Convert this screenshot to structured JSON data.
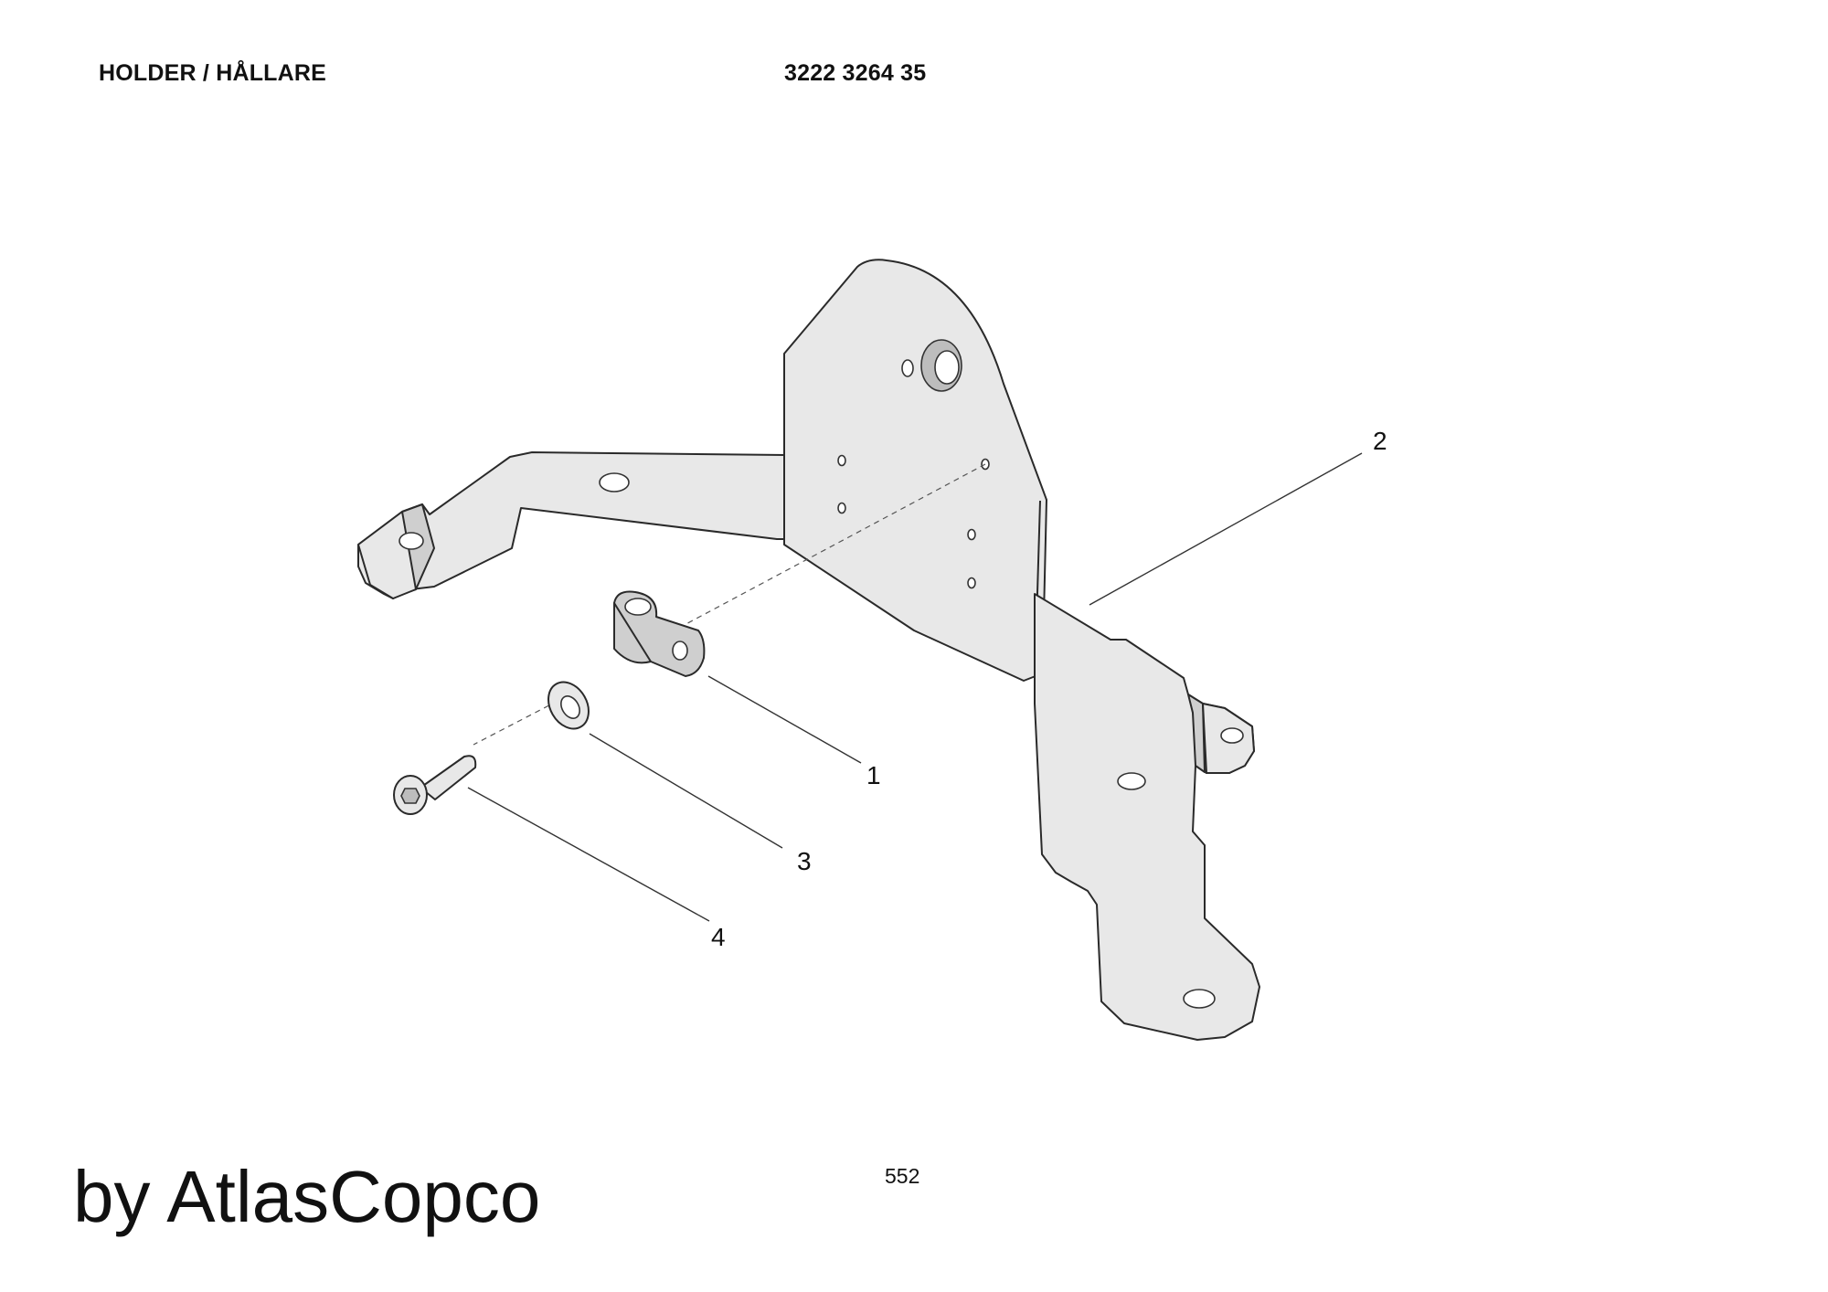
{
  "header": {
    "title": "HOLDER / HÅLLARE",
    "part_number": "3222 3264 35"
  },
  "callouts": [
    "1",
    "2",
    "3",
    "4"
  ],
  "footer": {
    "page_number": "552",
    "brand": "by AtlasCopco"
  }
}
